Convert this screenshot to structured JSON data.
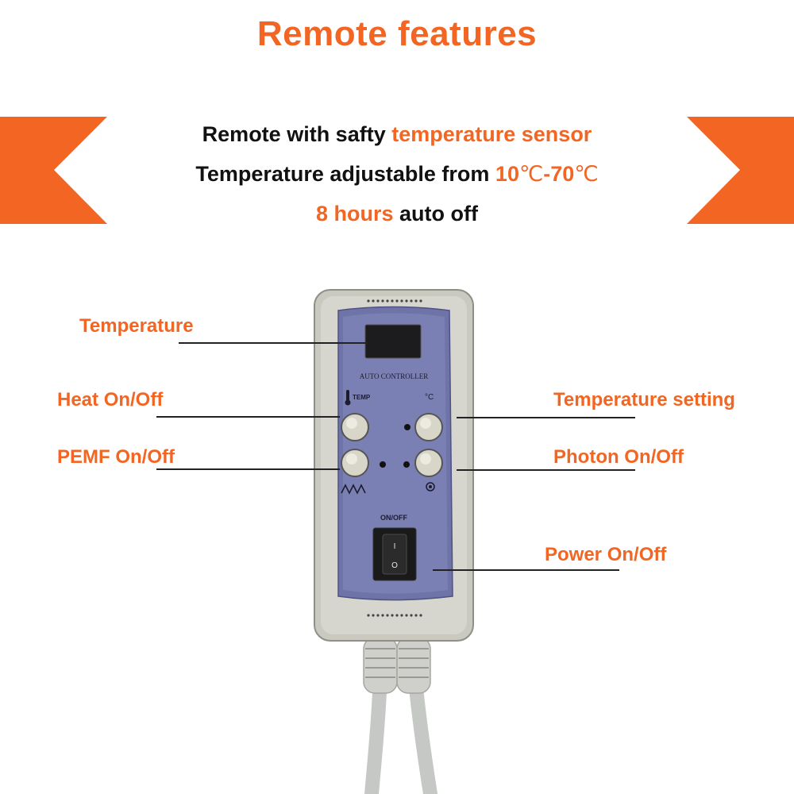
{
  "header": {
    "title": "Remote features"
  },
  "features": {
    "line1": {
      "text": "Remote with safty ",
      "highlight": "temperature sensor"
    },
    "line2": {
      "text": "Temperature adjustable from ",
      "hl_a": "10",
      "deg_a": "℃",
      "hl_b": "-70",
      "deg_b": "℃"
    },
    "line3": {
      "highlight": "8 hours",
      "text": " auto off"
    }
  },
  "callouts": {
    "temperature": "Temperature",
    "heat": "Heat On/Off",
    "pemf": "PEMF On/Off",
    "temp_setting": "Temperature setting",
    "photon": "Photon On/Off",
    "power": "Power On/Off"
  },
  "device": {
    "panel_label": "AUTO CONTROLLER",
    "temp_label": "TEMP",
    "celsius_label": "°C",
    "onoff_label": "ON/OFF",
    "switch_on": "I",
    "switch_off": "O"
  },
  "colors": {
    "accent": "#f26522",
    "panel": "#6e74a8",
    "casing": "#c8c8c0"
  }
}
